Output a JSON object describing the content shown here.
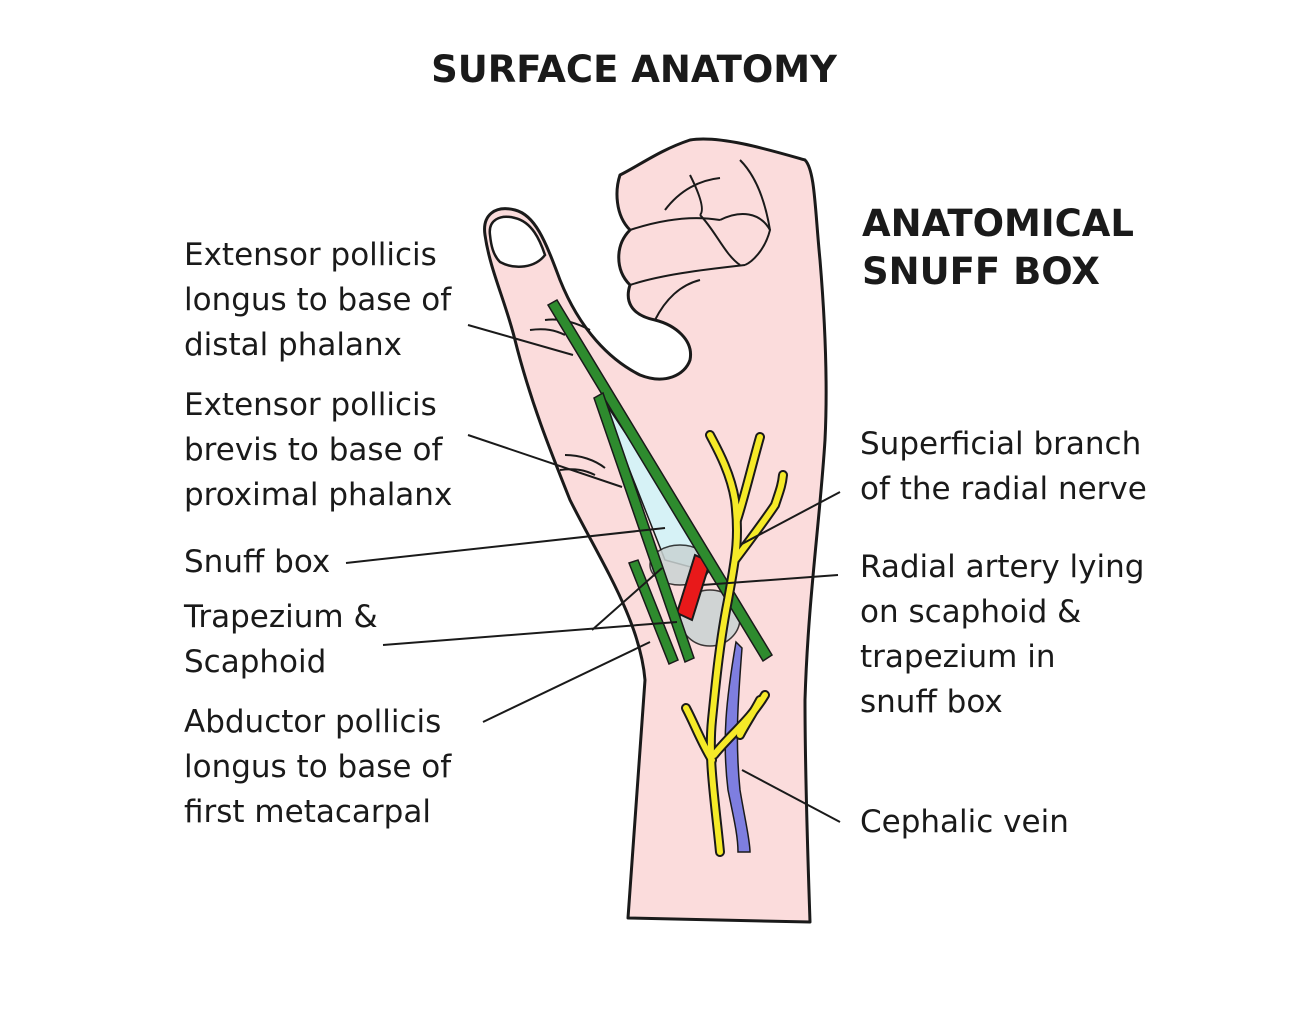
{
  "title": "SURFACE ANATOMY",
  "subtitle": {
    "line1": "ANATOMICAL",
    "line2": "SNUFF BOX"
  },
  "labels_left": {
    "epl": [
      "Extensor pollicis",
      "longus to base of",
      "distal phalanx"
    ],
    "epb": [
      "Extensor pollicis",
      "brevis to base of",
      "proximal phalanx"
    ],
    "snuff_box": [
      "Snuff box"
    ],
    "trapezium": [
      "Trapezium &",
      "Scaphoid"
    ],
    "apl": [
      "Abductor pollicis",
      "longus to base of",
      "first metacarpal"
    ]
  },
  "labels_right": {
    "radial_nerve": [
      "Superficial branch",
      "of the radial nerve"
    ],
    "radial_artery": [
      "Radial artery lying",
      "on scaphoid &",
      "trapezium in",
      "snuff box"
    ],
    "cephalic_vein": [
      "Cephalic vein"
    ]
  },
  "colors": {
    "skin": "#fbdcdc",
    "outline": "#1a1a1a",
    "tendon": "#2e8b2e",
    "snuff_box_fill": "#d6f2f6",
    "bone": "#c9d3d3",
    "artery": "#e8191a",
    "nerve": "#f5ea28",
    "vein": "#7e7ee0"
  }
}
